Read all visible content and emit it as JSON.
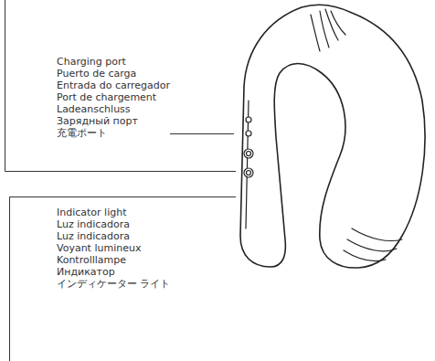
{
  "diagram": {
    "labels": [
      "Charging port",
      "Puerto de carga",
      "Entrada do carregador",
      "Port de chargement",
      "Ladeanschluss",
      "Зарядный порт",
      "充電ポート",
      "Indicator light",
      "Luz indicadora",
      "Luz indicadora",
      "Voyant lumineux",
      "Kontrolllampe",
      "Индикатор",
      "インディケーター ライト"
    ]
  }
}
